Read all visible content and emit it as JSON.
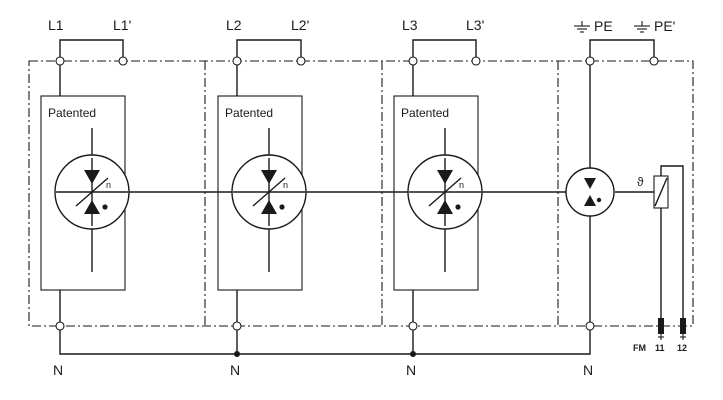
{
  "labels": {
    "l1": "L1",
    "l1p": "L1'",
    "l2": "L2",
    "l2p": "L2'",
    "l3": "L3",
    "l3p": "L3'",
    "pe": "PE",
    "pep": "PE'",
    "n1": "N",
    "n2": "N",
    "n3": "N",
    "n4": "N",
    "patented1": "Patented",
    "patented2": "Patented",
    "patented3": "Patented",
    "var_n1": "n",
    "var_n2": "n",
    "var_n3": "n",
    "theta": "ϑ",
    "fm": "FM",
    "t11": "11",
    "t12": "12"
  }
}
